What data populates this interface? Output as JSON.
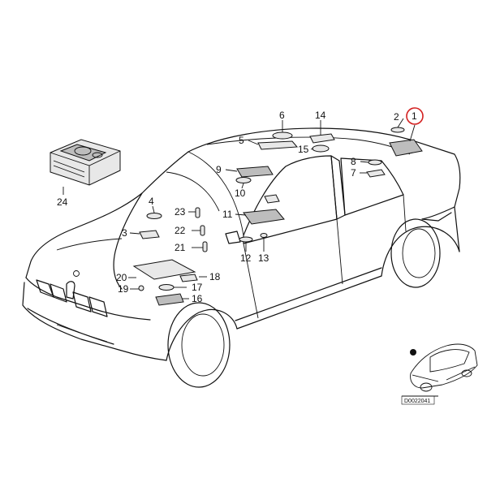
{
  "callouts": {
    "c1": "1",
    "c2": "2",
    "c3": "3",
    "c4": "4",
    "c5": "5",
    "c6": "6",
    "c7": "7",
    "c8": "8",
    "c9": "9",
    "c10": "10",
    "c11": "11",
    "c12": "12",
    "c13": "13",
    "c14": "14",
    "c15": "15",
    "c16": "16",
    "c17": "17",
    "c18": "18",
    "c19": "19",
    "c20": "20",
    "c21": "21",
    "c22": "22",
    "c23": "23",
    "c24": "24"
  },
  "highlight_color": "#d32020",
  "reference_code": "D0022041"
}
